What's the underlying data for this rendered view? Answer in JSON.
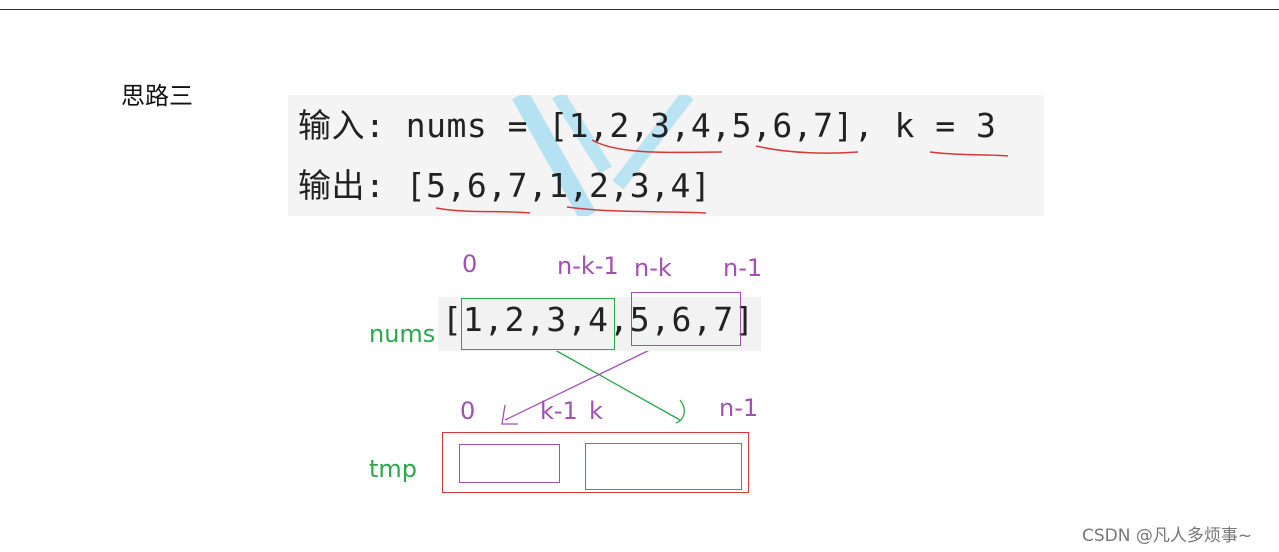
{
  "title": "思路三",
  "example": {
    "input_line": "输入: nums = [1,2,3,4,5,6,7], k = 3",
    "output_line": "输出: [5,6,7,1,2,3,4]"
  },
  "nums_indices": {
    "start": "0",
    "split_end": "n-k-1",
    "split_start": "n-k",
    "end": "n-1"
  },
  "nums_label": "nums",
  "nums_array": "[1,2,3,4,5,6,7]",
  "tmp_indices": {
    "start": "0",
    "mid_end": "k-1",
    "mid_start": "k",
    "end": "n-1"
  },
  "tmp_label": "tmp",
  "watermark": "CSDN @凡人多烦事~",
  "colors": {
    "annotation_purple": "#a34fb5",
    "annotation_green": "#2aa84a",
    "annotation_red": "#d63a3a",
    "highlight_blue": "#7fd3f0"
  }
}
